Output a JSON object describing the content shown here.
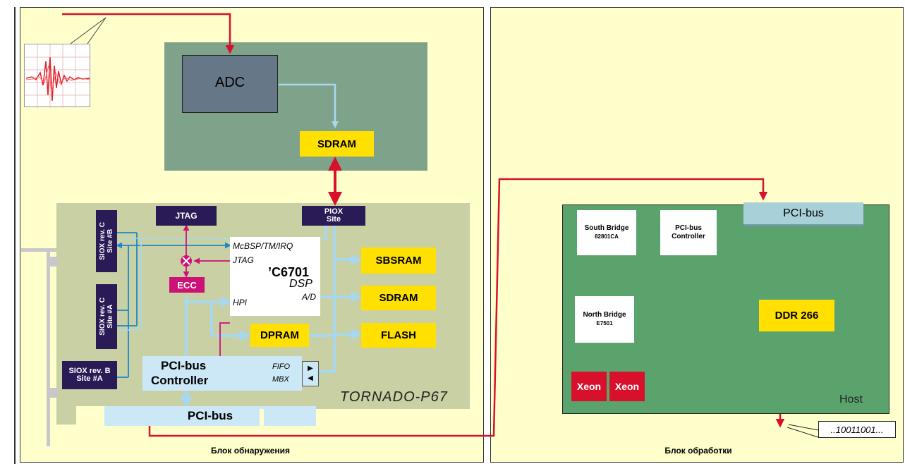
{
  "detection_block": {
    "caption": "Блок обнаружения",
    "adc": "ADC",
    "adc_sdram": "SDRAM",
    "board_name": "TORNADO-P67",
    "jtag": "JTAG",
    "piox": "PIOX",
    "piox_site": "Site",
    "siox_c_b": [
      "SIOX rev. C",
      "Site #B"
    ],
    "siox_c_a": [
      "SIOX rev. C",
      "Site #A"
    ],
    "siox_b_a": [
      "SIOX rev. B",
      "Site #A"
    ],
    "ecc": "ECC",
    "dsp_ports_top": "McBSP/TM/IRQ",
    "dsp_jtag": "JTAG",
    "dsp_name": "’C6701",
    "dsp_type": "DSP",
    "dsp_hpi": "HPI",
    "dsp_ad": "A/D",
    "dpram": "DPRAM",
    "sbsram": "SBSRAM",
    "sdram": "SDRAM",
    "flash": "FLASH",
    "pci_ctrl_1": "PCI-bus",
    "pci_ctrl_2": "Controller",
    "fifo": "FIFO",
    "mbx": "MBX",
    "pci_bus": "PCI-bus"
  },
  "processing_block": {
    "caption": "Блок обработки",
    "pci_bus": "PCI-bus",
    "south_bridge_1": "South Bridge",
    "south_bridge_2": "82801CA",
    "pci_ctrl_1": "PCI-bus",
    "pci_ctrl_2": "Controller",
    "north_bridge_1": "North Bridge",
    "north_bridge_2": "E7501",
    "ddr": "DDR 266",
    "xeon_1": "Xeon",
    "xeon_2": "Xeon",
    "host": "Host",
    "output_bits": "..10011001..."
  },
  "colors": {
    "panel": "#ffffcc",
    "adc_board": "#7ea38a",
    "card": "#c8d0a4",
    "host_board": "#5aa36c",
    "chip_yellow": "#ffe000",
    "chip_navy": "#2a1a55",
    "signal_red": "#d8102c",
    "bus_blue": "#a8d8f0",
    "ecc_magenta": "#cc1177"
  }
}
